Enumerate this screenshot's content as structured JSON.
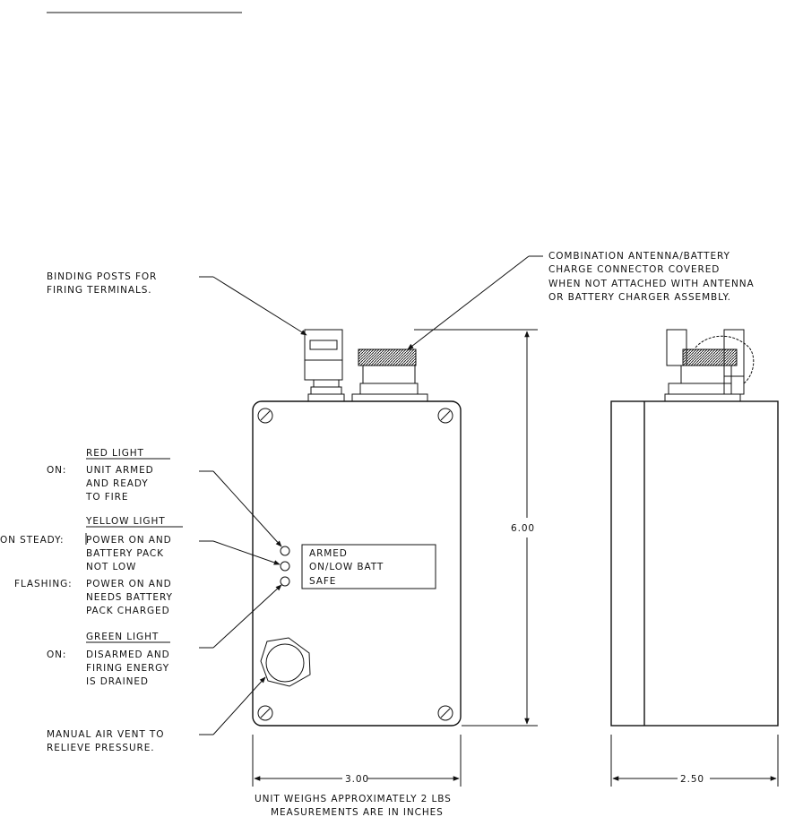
{
  "labels": {
    "binding_posts": [
      "BINDING POSTS FOR",
      "FIRING TERMINALS."
    ],
    "connector": [
      "COMBINATION ANTENNA/BATTERY",
      "CHARGE CONNECTOR COVERED",
      "WHEN NOT ATTACHED WITH ANTENNA",
      "OR BATTERY CHARGER ASSEMBLY."
    ],
    "red_light": {
      "title": "RED LIGHT",
      "state": "ON:",
      "lines": [
        "UNIT ARMED",
        "AND READY",
        "TO FIRE"
      ]
    },
    "yellow_light": {
      "title": "YELLOW LIGHT",
      "state1": "ON STEADY:",
      "lines1": [
        "POWER ON AND",
        "BATTERY PACK",
        "NOT LOW"
      ],
      "state2": "FLASHING:",
      "lines2": [
        "POWER ON AND",
        "NEEDS BATTERY",
        "PACK CHARGED"
      ]
    },
    "green_light": {
      "title": "GREEN LIGHT",
      "state": "ON:",
      "lines": [
        "DISARMED AND",
        "FIRING ENERGY",
        "IS DRAINED"
      ]
    },
    "air_vent": [
      "MANUAL AIR VENT TO",
      "RELIEVE PRESSURE."
    ],
    "panel": [
      "ARMED",
      "ON/LOW BATT",
      "SAFE"
    ],
    "dim_height": "6.00",
    "dim_width": "3.00",
    "dim_depth": "2.50",
    "footer": [
      "UNIT WEIGHS APPROXIMATELY 2 LBS",
      "MEASUREMENTS ARE IN INCHES"
    ]
  }
}
